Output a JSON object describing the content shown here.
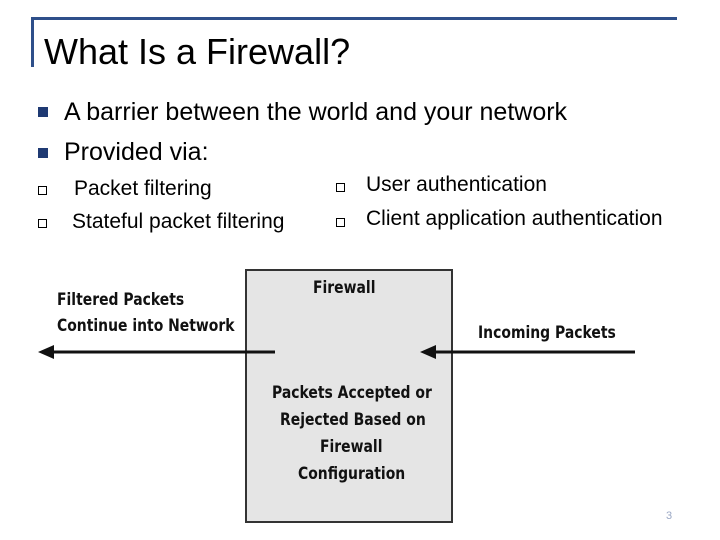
{
  "slide": {
    "title": "What Is a Firewall?",
    "bullets": [
      "A barrier between the world and your network",
      "Provided via:"
    ],
    "sub_bullets_left": [
      "Packet filtering",
      "Stateful packet filtering"
    ],
    "sub_bullets_right": [
      "User authentication",
      "Client application authentication"
    ],
    "page_number": "3"
  },
  "diagram": {
    "box_title": "Firewall",
    "left_label_line1": "Filtered Packets",
    "left_label_line2": "Continue into Network",
    "right_label": "Incoming Packets",
    "center_line1": "Packets Accepted or",
    "center_line2": "Rejected Based on",
    "center_line3": "Firewall",
    "center_line4": "Configuration",
    "colors": {
      "box_fill": "#e5e5e5",
      "box_border": "#333333",
      "accent": "#1f3a73"
    }
  }
}
